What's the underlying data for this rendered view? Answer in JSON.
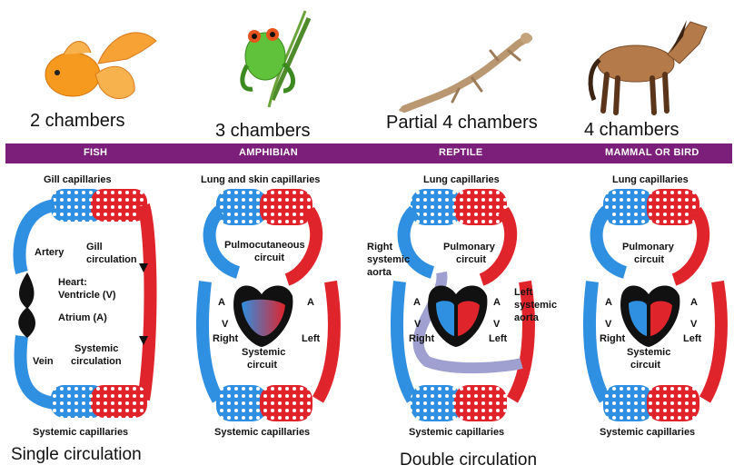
{
  "colors": {
    "band": "#7b1f7a",
    "oxygen_poor": "#2f8fe0",
    "oxygen_rich": "#e0242c",
    "mixed": "#9f9fd0",
    "heart": "#111111"
  },
  "chambers": [
    "2 chambers",
    "3 chambers",
    "Partial 4 chambers",
    "4 chambers"
  ],
  "groups": [
    "FISH",
    "AMPHIBIAN",
    "REPTILE",
    "MAMMAL OR BIRD"
  ],
  "animals": [
    "goldfish",
    "frog",
    "lizard",
    "horse"
  ],
  "fish": {
    "top": "Gill capillaries",
    "artery": "Artery",
    "gill_circ": [
      "Gill",
      "circulation"
    ],
    "heart": "Heart:",
    "ventricle": "Ventricle (V)",
    "atrium": "Atrium (A)",
    "vein": "Vein",
    "systemic_circ": [
      "Systemic",
      "circulation"
    ],
    "bottom": "Systemic capillaries"
  },
  "amphibian": {
    "top": "Lung and skin capillaries",
    "circuit": [
      "Pulmocutaneous",
      "circuit"
    ],
    "a": "A",
    "v": "V",
    "right": "Right",
    "left": "Left",
    "systemic": [
      "Systemic",
      "circuit"
    ],
    "bottom": "Systemic capillaries"
  },
  "reptile": {
    "top": "Lung capillaries",
    "right_aorta": [
      "Right",
      "systemic",
      "aorta"
    ],
    "circuit": [
      "Pulmonary",
      "circuit"
    ],
    "left_aorta": [
      "Left",
      "systemic",
      "aorta"
    ],
    "a": "A",
    "v": "V",
    "right": "Right",
    "left": "Left",
    "bottom": "Systemic capillaries"
  },
  "mammal": {
    "top": "Lung capillaries",
    "circuit": [
      "Pulmonary",
      "circuit"
    ],
    "a": "A",
    "v": "V",
    "right": "Right",
    "left": "Left",
    "systemic": [
      "Systemic",
      "circuit"
    ],
    "bottom": "Systemic capillaries"
  },
  "footer": {
    "single": "Single circulation",
    "double": "Double circulation"
  }
}
